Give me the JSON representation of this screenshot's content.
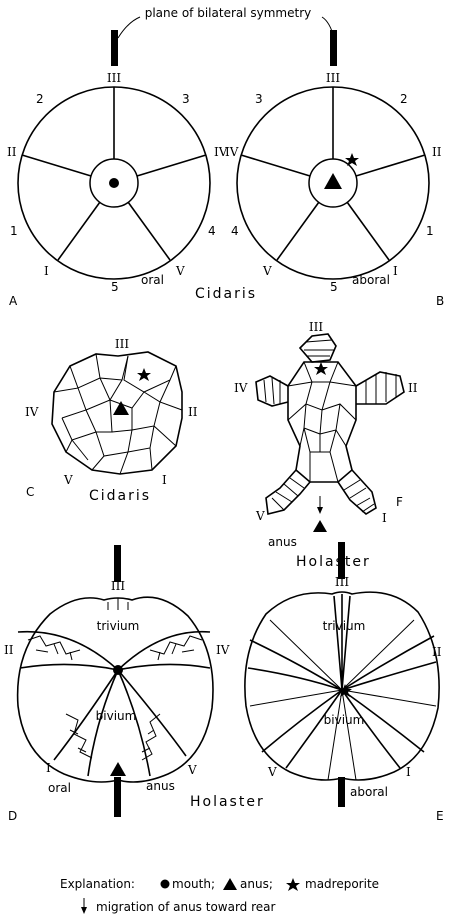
{
  "header": {
    "title": "plane of bilateral symmetry"
  },
  "diagram_A": {
    "panel": "A",
    "ambulacra": [
      "III",
      "IV",
      "V",
      "I",
      "II"
    ],
    "interambulacra": [
      "3",
      "4",
      "5",
      "1",
      "2"
    ],
    "surface": "oral"
  },
  "diagram_B": {
    "panel": "B",
    "ambulacra": [
      "III",
      "II",
      "I",
      "V",
      "IV"
    ],
    "interambulacra": [
      "2",
      "1",
      "5",
      "4",
      "3"
    ],
    "surface": "aboral"
  },
  "genus_AB": "Cidaris",
  "diagram_C": {
    "panel": "C",
    "genus": "Cidaris",
    "ambulacra": [
      "III",
      "II",
      "I",
      "V",
      "IV"
    ]
  },
  "diagram_F": {
    "panel": "F",
    "ambulacra": [
      "III",
      "II",
      "I",
      "V",
      "IV"
    ],
    "anus_label": "anus"
  },
  "genus_FD": "Holaster",
  "diagram_D": {
    "panel": "D",
    "ambulacra": [
      "III",
      "IV",
      "V",
      "I",
      "II"
    ],
    "trivium": "trivium",
    "bivium": "bivium",
    "anus_label": "anus",
    "surface": "oral",
    "genus": "Holaster"
  },
  "diagram_E": {
    "panel": "E",
    "ambulacra": [
      "III",
      "II",
      "I",
      "V"
    ],
    "trivium": "trivium",
    "bivium": "bivium",
    "surface": "aboral"
  },
  "legend": {
    "prefix": "Explanation:",
    "mouth": "mouth;",
    "anus": "anus;",
    "madreporite": "madreporite",
    "migration": "migration of anus toward rear"
  }
}
